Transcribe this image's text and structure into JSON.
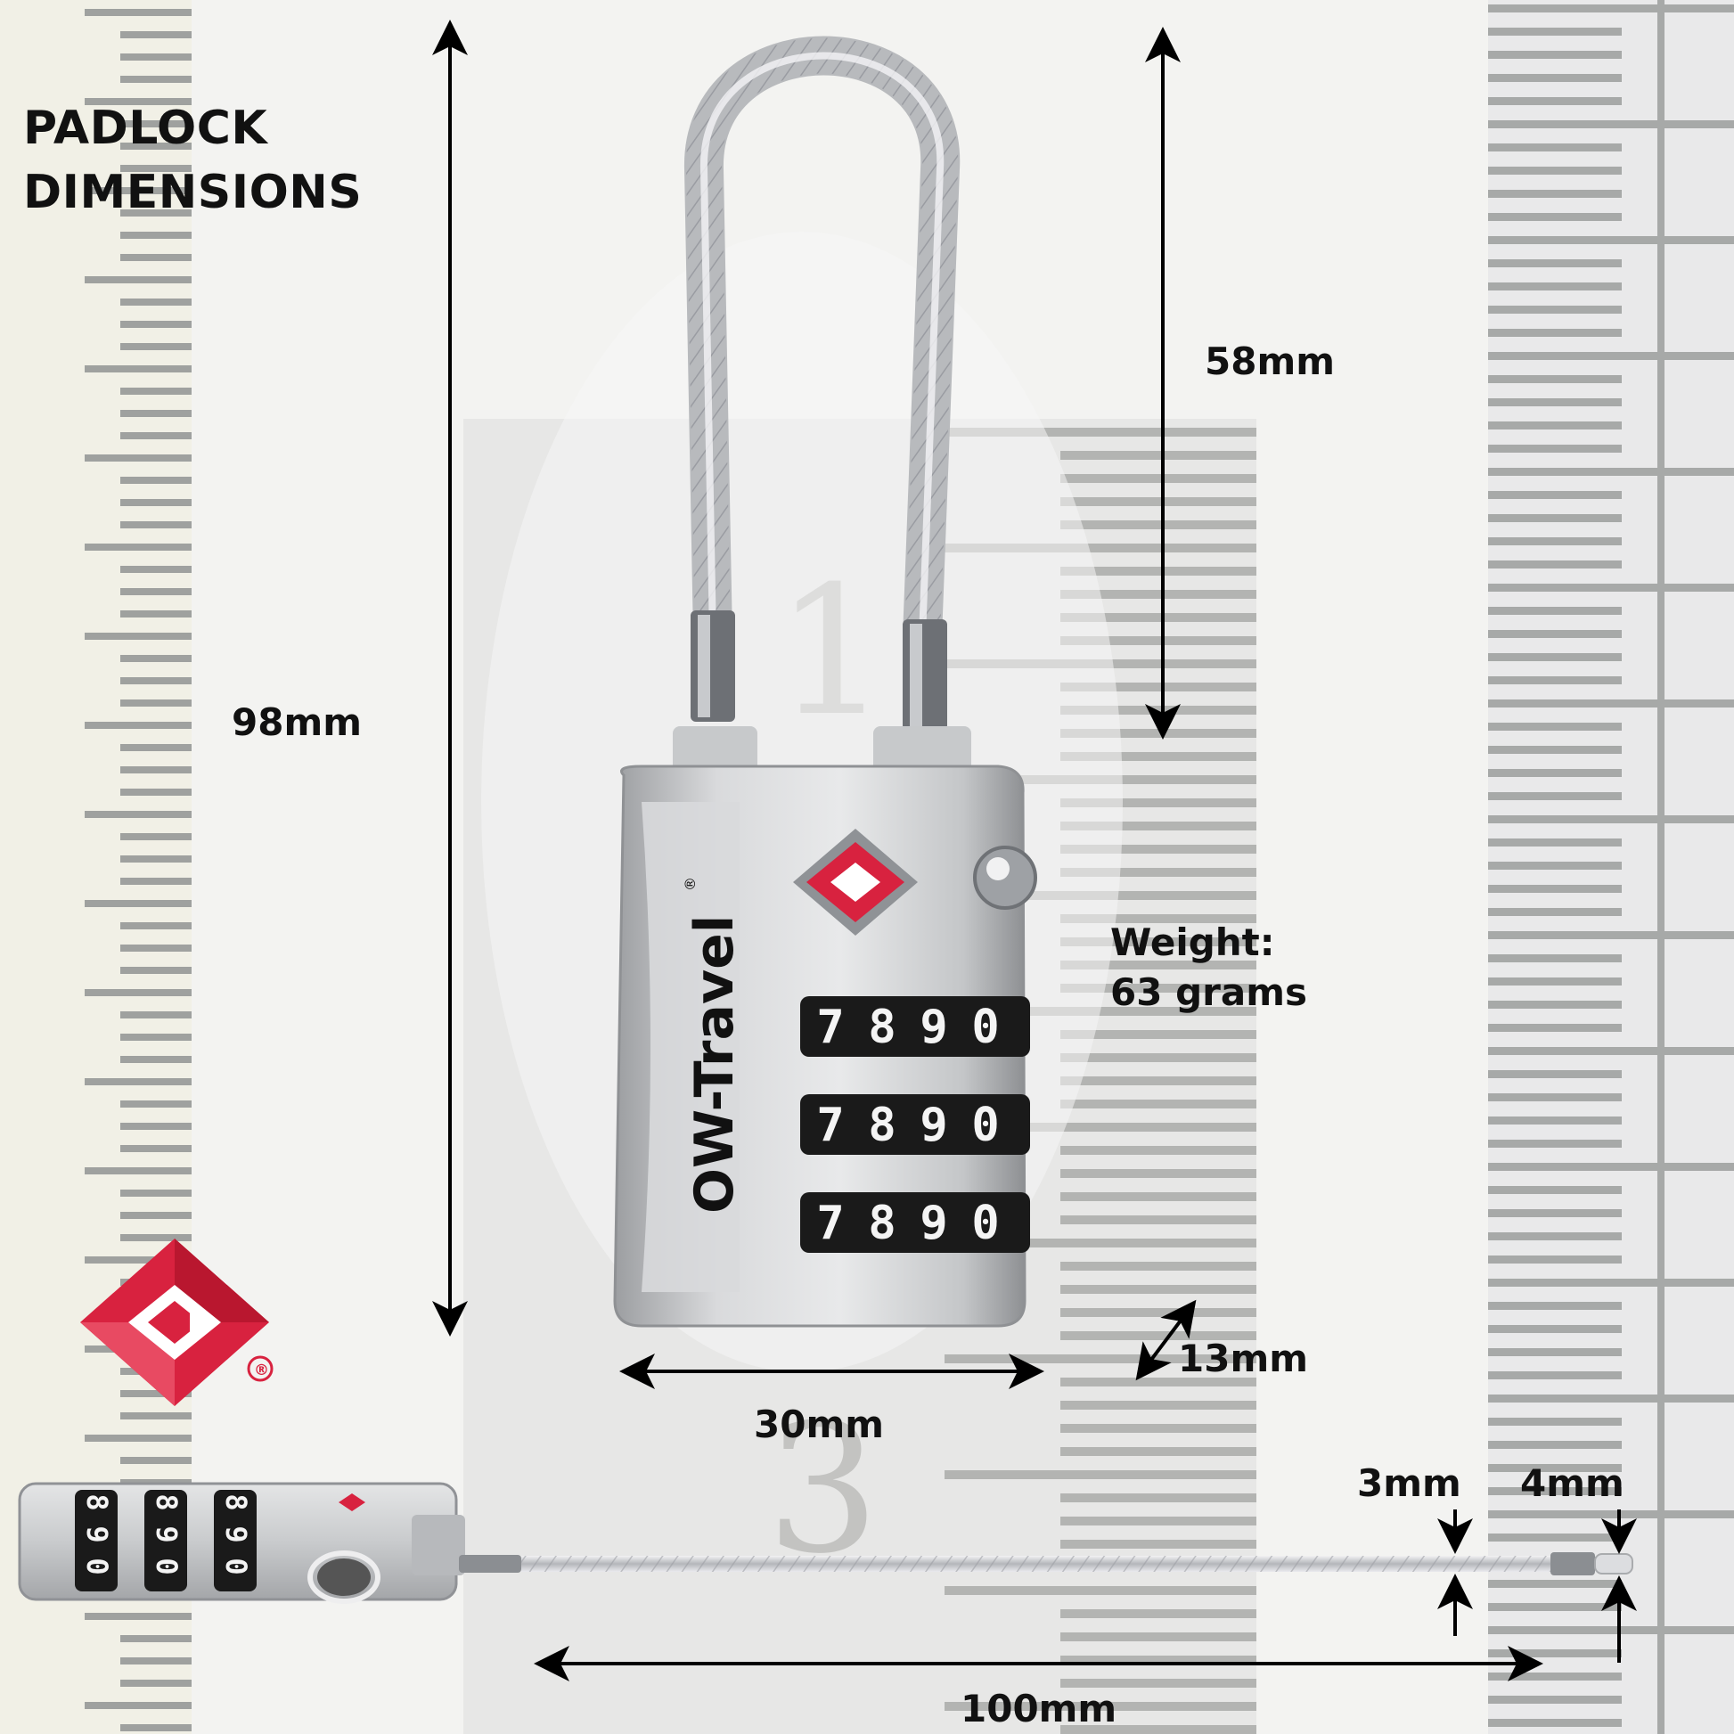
{
  "title": {
    "line1": "PADLOCK",
    "line2": "DIMENSIONS"
  },
  "dimensions": {
    "total_height": "98mm",
    "shackle_height": "58mm",
    "width": "30mm",
    "depth": "13mm",
    "cable_length": "100mm",
    "cable_diameter": "3mm",
    "tip_diameter": "4mm"
  },
  "weight": {
    "label": "Weight:",
    "value": "63 grams"
  },
  "lock": {
    "brand": "OW-Travel",
    "registered_mark": "®",
    "dial_digits": [
      "7",
      "8",
      "9",
      "0"
    ],
    "dial_count": 3,
    "color": "#c9cbcd"
  },
  "logo": {
    "icon": "tsa-diamond-logo-icon",
    "mark": "®",
    "color": "#d8223f"
  },
  "ruler": {
    "numerals": [
      "1",
      "3"
    ],
    "color": "#9fa19f"
  }
}
